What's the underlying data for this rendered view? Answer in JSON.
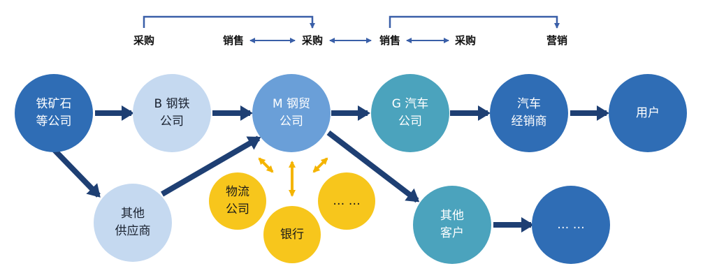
{
  "roles": {
    "r1": "采购",
    "r2": "销售",
    "r3": "采购",
    "r4": "销售",
    "r5": "采购",
    "r6": "营销"
  },
  "nodes": {
    "iron_ore": [
      "铁矿石",
      "等公司"
    ],
    "b_steel": [
      "B 钢铁",
      "公司"
    ],
    "m_trade": [
      "M 钢贸",
      "公司"
    ],
    "g_auto": [
      "G 汽车",
      "公司"
    ],
    "dealer": [
      "汽车",
      "经销商"
    ],
    "user": [
      "用户"
    ],
    "other_supplier": [
      "其他",
      "供应商"
    ],
    "logistics": [
      "物流",
      "公司"
    ],
    "bank": [
      "银行"
    ],
    "service_more": [
      "… …"
    ],
    "other_customer": [
      "其他",
      "客户"
    ],
    "customer_more": [
      "… …"
    ]
  },
  "colors": {
    "dark_blue": "#2f6db5",
    "light_blue": "#c5d9f0",
    "mid_blue": "#6a9fd8",
    "teal": "#4ba3bd",
    "yellow": "#f7c61c",
    "arrow_navy": "#1e3f73",
    "bracket_blue": "#3a5fa8",
    "service_arrow": "#f4b400"
  }
}
